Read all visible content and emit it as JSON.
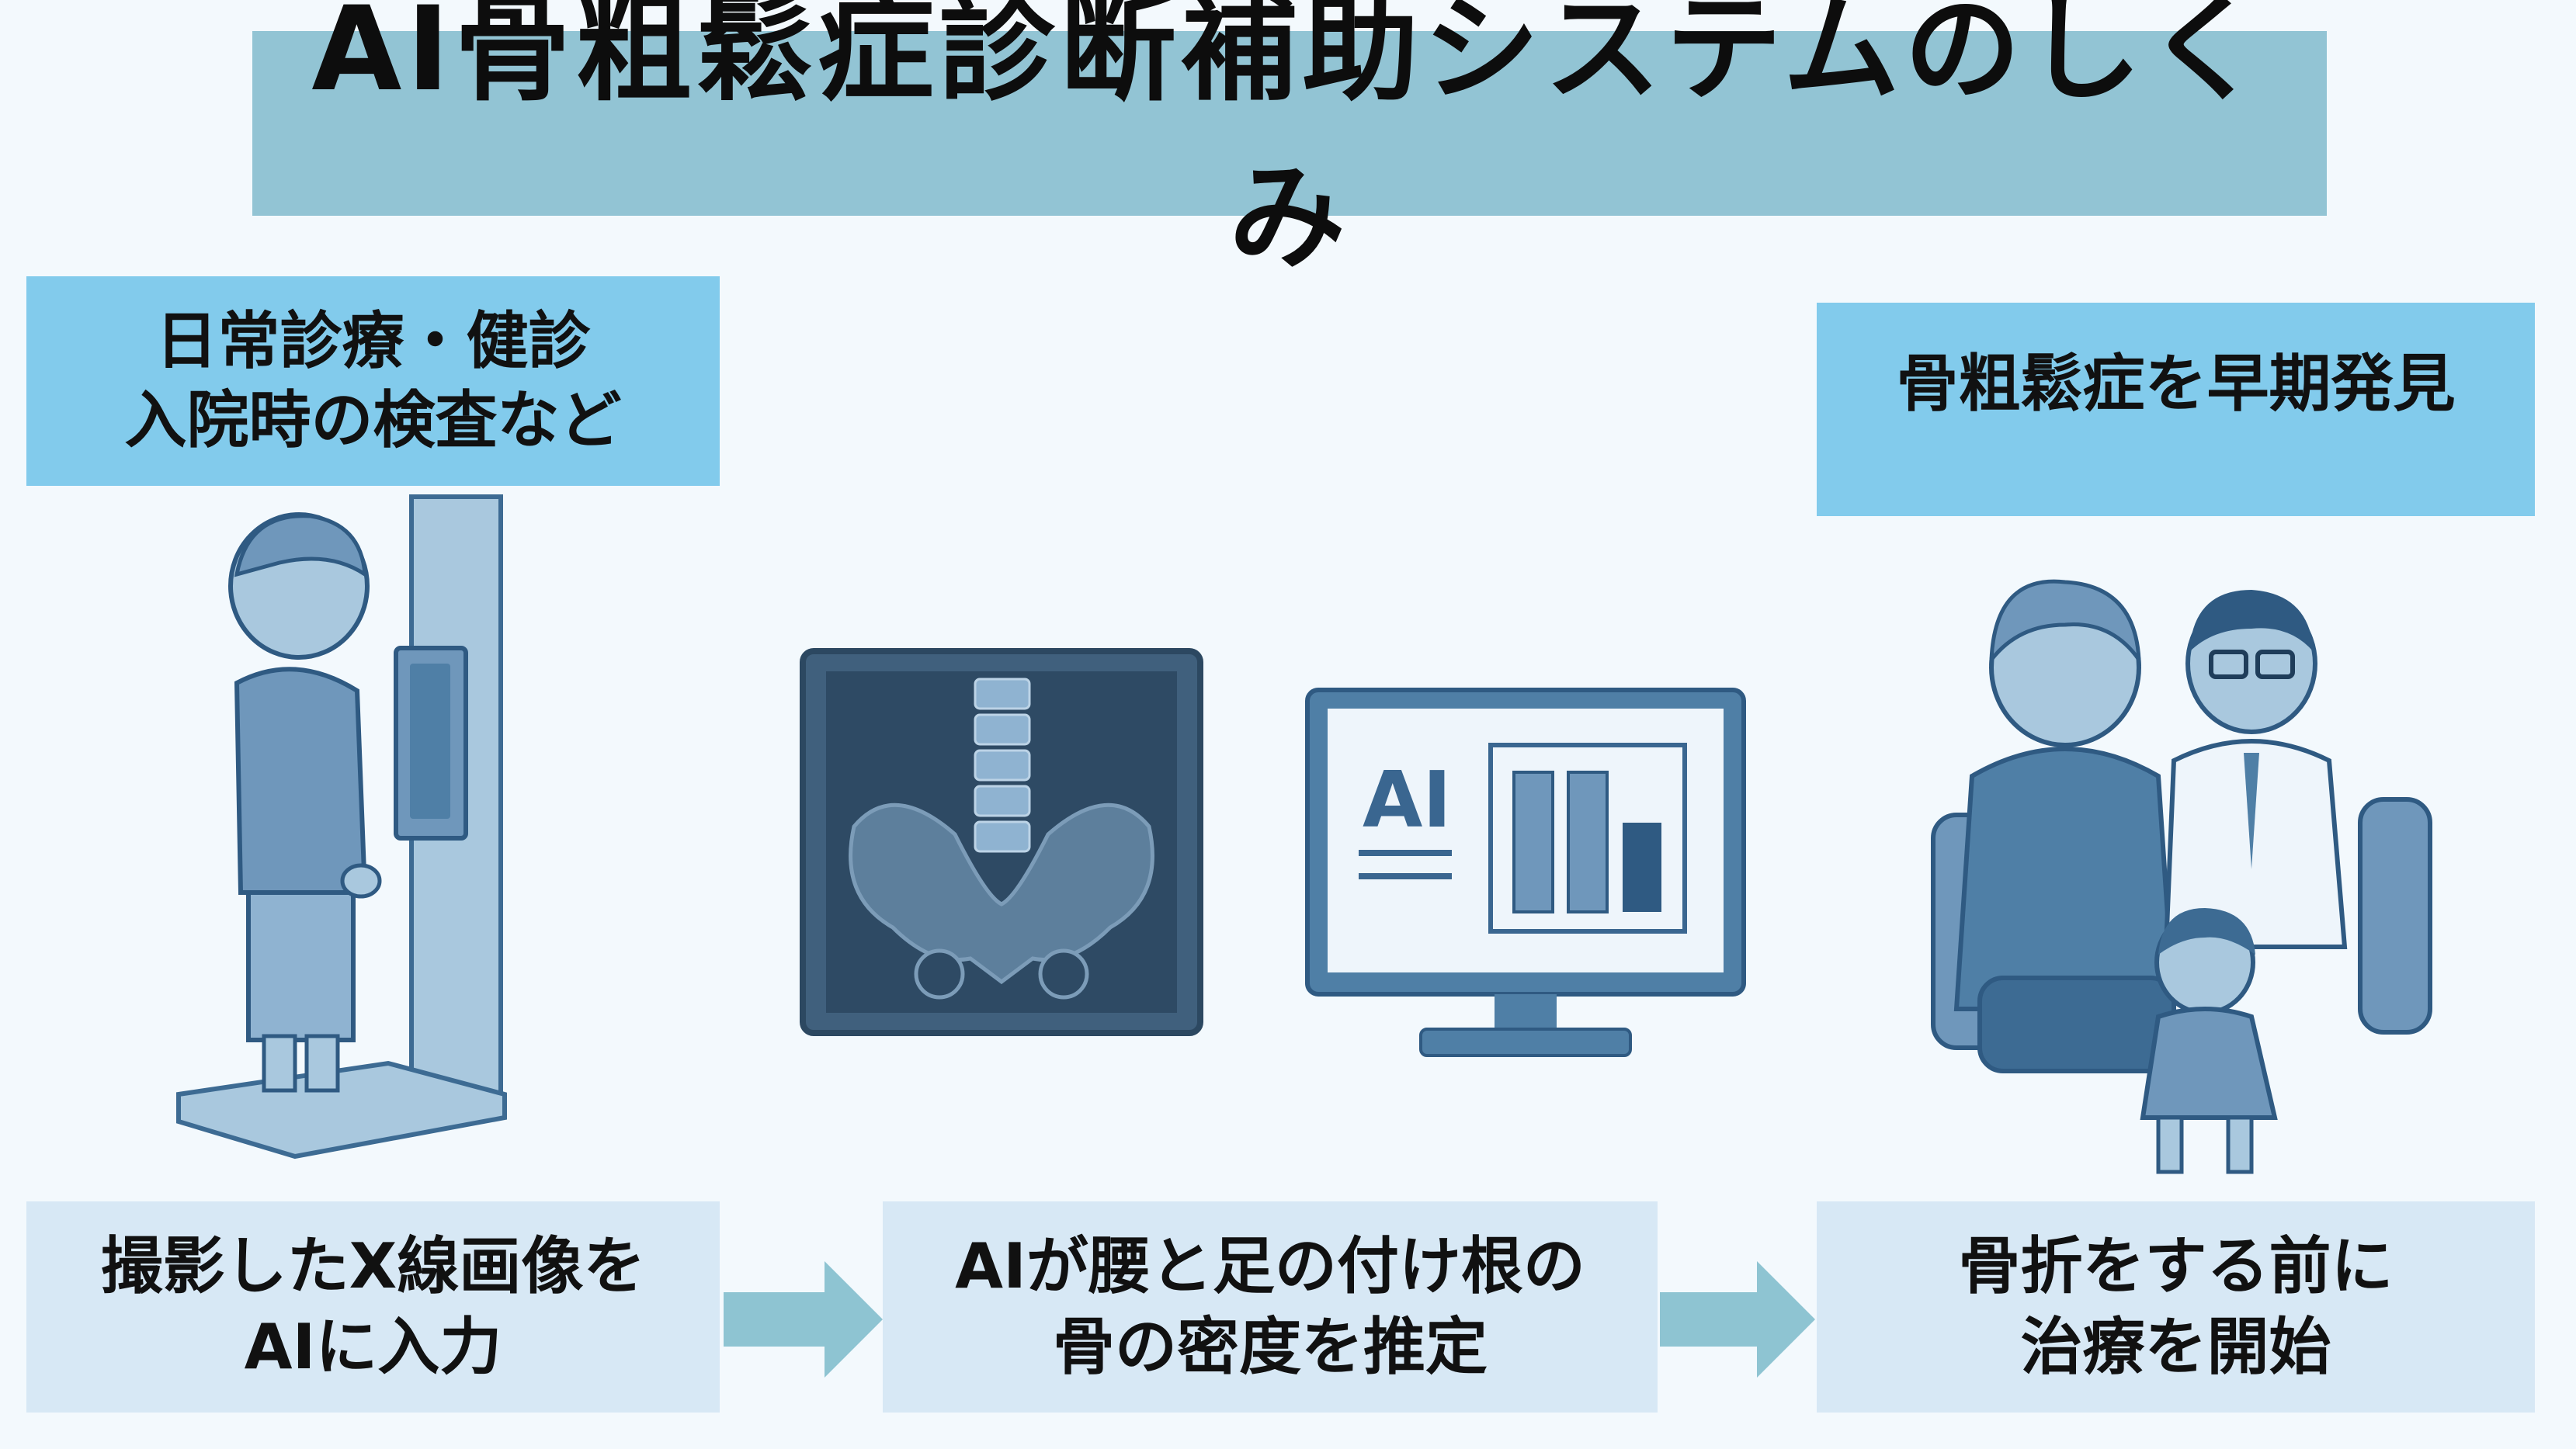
{
  "title": "AI骨粗鬆症診断補助システムのしくみ",
  "top_left": {
    "line1": "日常診療・健診",
    "line2": "入院時の検査など"
  },
  "top_right": {
    "text": "骨粗鬆症を早期発見"
  },
  "monitor": {
    "label": "AI"
  },
  "steps": [
    {
      "line1": "撮影したX線画像を",
      "line2": "AIに入力"
    },
    {
      "line1": "AIが腰と足の付け根の",
      "line2": "骨の密度を推定"
    },
    {
      "line1": "骨折をする前に",
      "line2": "治療を開始"
    }
  ],
  "colors": {
    "title_bg": "#92c4d4",
    "label_bg": "#82cbec",
    "step_bg": "#d7e8f5",
    "arrow": "#8ec4d2",
    "illustration": "#4f7fa6"
  }
}
